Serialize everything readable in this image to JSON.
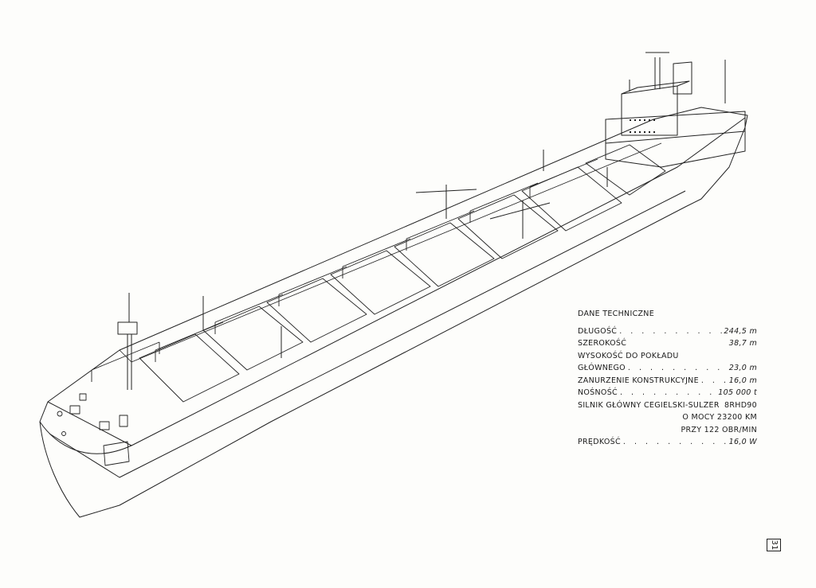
{
  "specs": {
    "heading": "DANE TECHNICZNE",
    "rows": [
      {
        "label": "DŁUGOŚĆ",
        "value": "244,5 m"
      },
      {
        "label": "SZEROKOŚĆ",
        "value": "38,7 m"
      },
      {
        "label": "WYSOKOŚĆ DO POKŁADU",
        "label2": "GŁÓWNEGO",
        "value": "23,0 m"
      },
      {
        "label": "ZANURZENIE KONSTRUKCYJNE",
        "value": "16,0 m"
      },
      {
        "label": "NOŚNOŚĆ",
        "value": "105 000 t"
      },
      {
        "label": "SILNIK GŁÓWNY CEGIELSKI-SULZER",
        "value": "8RHD90"
      },
      {
        "label": "O MOCY 23200 KM"
      },
      {
        "label": "PRZY 122 OBR/MIN"
      },
      {
        "label": "PRĘDKOŚĆ",
        "value": "16,0 W"
      }
    ]
  },
  "page_number": "31"
}
